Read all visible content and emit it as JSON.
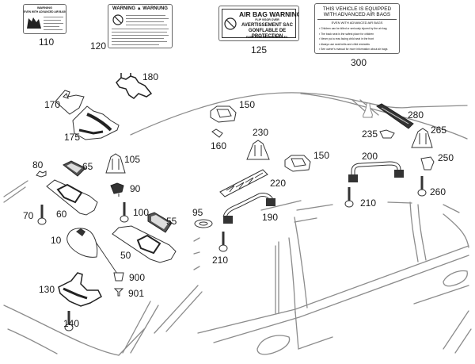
{
  "diagram": {
    "title": "Roof liner / interior trim exploded parts view",
    "colors": {
      "line": "#444444",
      "car_outline": "#8a8a8a",
      "text": "#1a1a1a",
      "label_border": "#555555"
    }
  },
  "labels": {
    "l110": {
      "ref": "110",
      "heading": "WARNING",
      "subheading": "EVEN WITH ADVANCED AIR BAGS"
    },
    "l120": {
      "ref": "120",
      "heading": "WARNING ▲ WARNUNG"
    },
    "l125": {
      "ref": "125",
      "heading": "AIR BAG WARNING",
      "sub1": "FLIP VISOR OVER",
      "heading2": "AVERTISSEMENT SAC GONFLABLE DE PROTECTION",
      "sub2": "FAIRE PIVOTER LE PARE SOLEIL"
    },
    "l300": {
      "ref": "300",
      "heading": "THIS VEHICLE IS EQUIPPED WITH ADVANCED AIR BAGS",
      "sub": "EVEN WITH ADVANCED AIR BAGS",
      "bullets": [
        "Children can be killed or seriously injured by the air bag",
        "The back seat is the safest place for children",
        "Never put a rear-facing child seat in the front",
        "Always use seat belts and child restraints",
        "See owner's manual for more information about air bags"
      ]
    }
  },
  "callouts": [
    {
      "id": "c10",
      "text": "10"
    },
    {
      "id": "c50",
      "text": "50"
    },
    {
      "id": "c55",
      "text": "55"
    },
    {
      "id": "c60",
      "text": "60"
    },
    {
      "id": "c65",
      "text": "65"
    },
    {
      "id": "c70",
      "text": "70"
    },
    {
      "id": "c80",
      "text": "80"
    },
    {
      "id": "c90",
      "text": "90"
    },
    {
      "id": "c95",
      "text": "95"
    },
    {
      "id": "c100",
      "text": "100"
    },
    {
      "id": "c105",
      "text": "105"
    },
    {
      "id": "c130",
      "text": "130"
    },
    {
      "id": "c140",
      "text": "140"
    },
    {
      "id": "c150a",
      "text": "150"
    },
    {
      "id": "c150b",
      "text": "150"
    },
    {
      "id": "c160",
      "text": "160"
    },
    {
      "id": "c170",
      "text": "170"
    },
    {
      "id": "c175",
      "text": "175"
    },
    {
      "id": "c180",
      "text": "180"
    },
    {
      "id": "c190",
      "text": "190"
    },
    {
      "id": "c200",
      "text": "200"
    },
    {
      "id": "c210a",
      "text": "210"
    },
    {
      "id": "c210b",
      "text": "210"
    },
    {
      "id": "c220",
      "text": "220"
    },
    {
      "id": "c230",
      "text": "230"
    },
    {
      "id": "c235",
      "text": "235"
    },
    {
      "id": "c250",
      "text": "250"
    },
    {
      "id": "c260",
      "text": "260"
    },
    {
      "id": "c265",
      "text": "265"
    },
    {
      "id": "c280",
      "text": "280"
    },
    {
      "id": "c900",
      "text": "900"
    },
    {
      "id": "c901",
      "text": "901"
    }
  ]
}
